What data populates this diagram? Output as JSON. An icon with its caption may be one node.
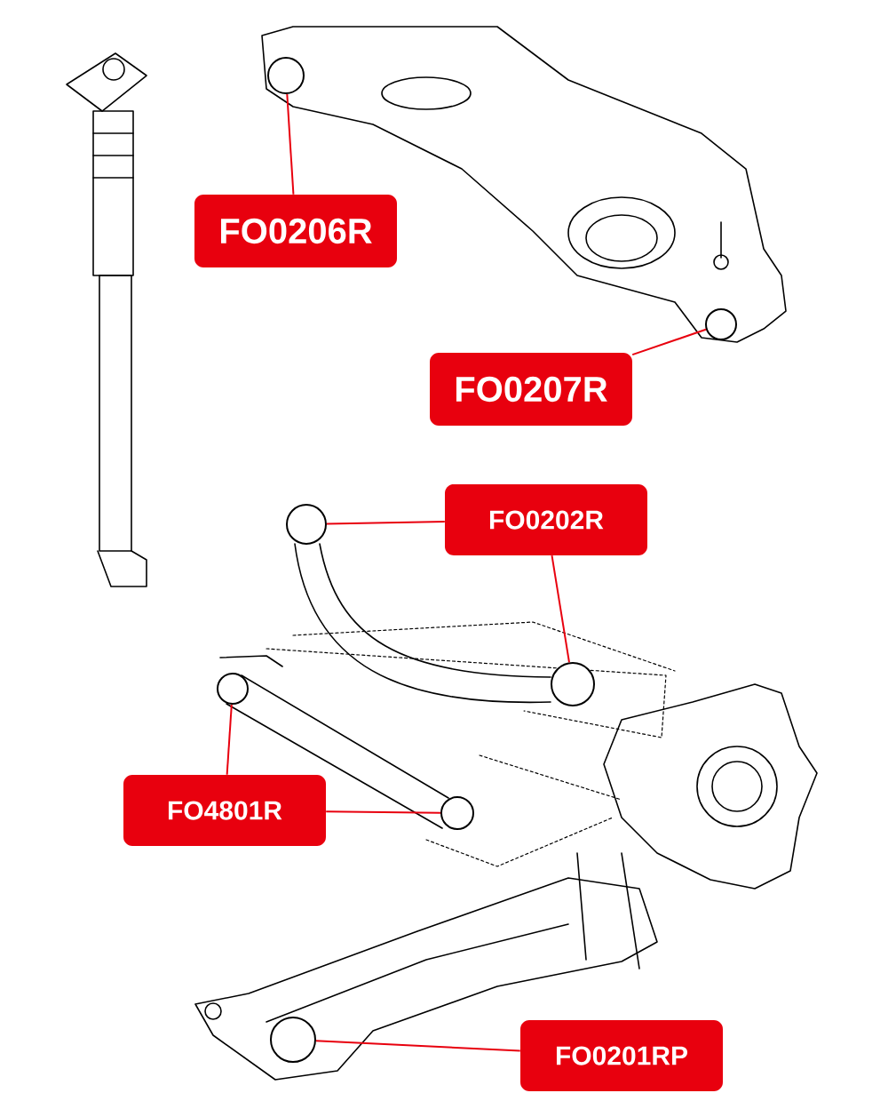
{
  "diagram": {
    "nodes": [
      {
        "text": [
          "FO0206R"
        ]
      },
      {
        "text": [],
        "shape": "circle"
      },
      {
        "text": [
          "FO0207R"
        ]
      },
      {
        "text": [],
        "shape": "circle"
      },
      {
        "text": [
          "FO0202R"
        ]
      },
      {
        "text": [],
        "shape": "circle"
      },
      {
        "text": [],
        "shape": "circle"
      },
      {
        "text": [
          "FO4801R"
        ]
      },
      {
        "text": [],
        "shape": "circle"
      },
      {
        "text": [],
        "shape": "circle"
      },
      {
        "text": [
          "FO0201RP"
        ]
      },
      {
        "text": [],
        "shape": "circle"
      }
    ],
    "edges": [
      {
        "from": 0,
        "to": 1,
        "arrow": "none"
      },
      {
        "from": 2,
        "to": 3,
        "arrow": "none"
      },
      {
        "from": 4,
        "to": 5,
        "arrow": "none"
      },
      {
        "from": 4,
        "to": 6,
        "arrow": "none"
      },
      {
        "from": 7,
        "to": 8,
        "arrow": "none"
      },
      {
        "from": 7,
        "to": 9,
        "arrow": "none"
      },
      {
        "from": 10,
        "to": 11,
        "arrow": "none"
      }
    ]
  }
}
